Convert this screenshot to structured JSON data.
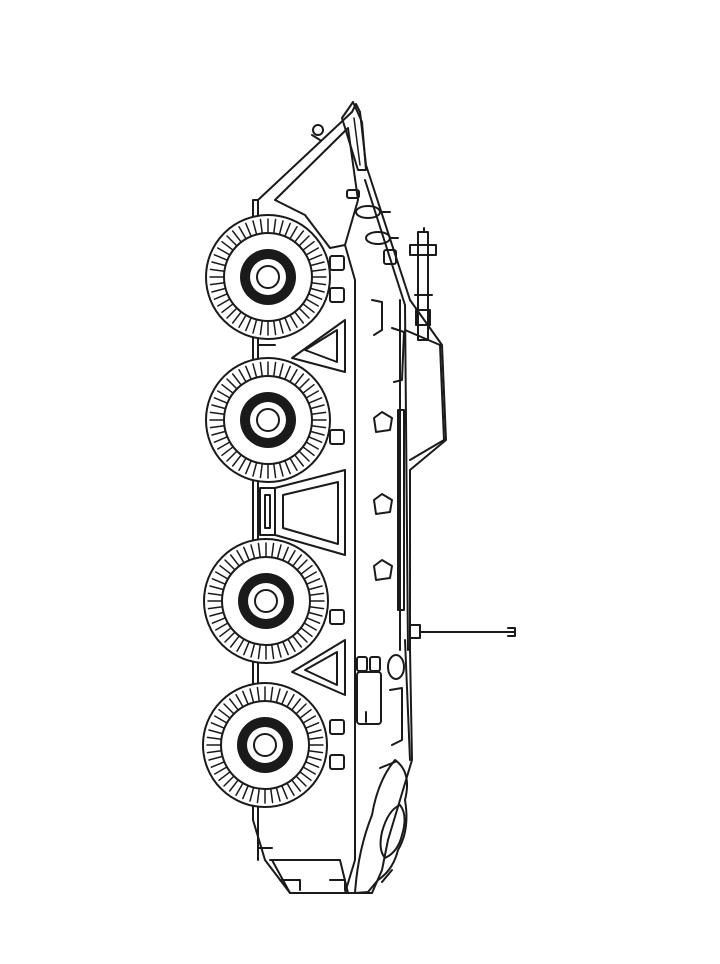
{
  "colors": {
    "ink": "#1a1a1a",
    "paper": "#ffffff"
  },
  "image": {
    "subject": "armored-personnel-carrier-line-drawing",
    "wheel_count": 4,
    "style": "black outline coloring page"
  }
}
